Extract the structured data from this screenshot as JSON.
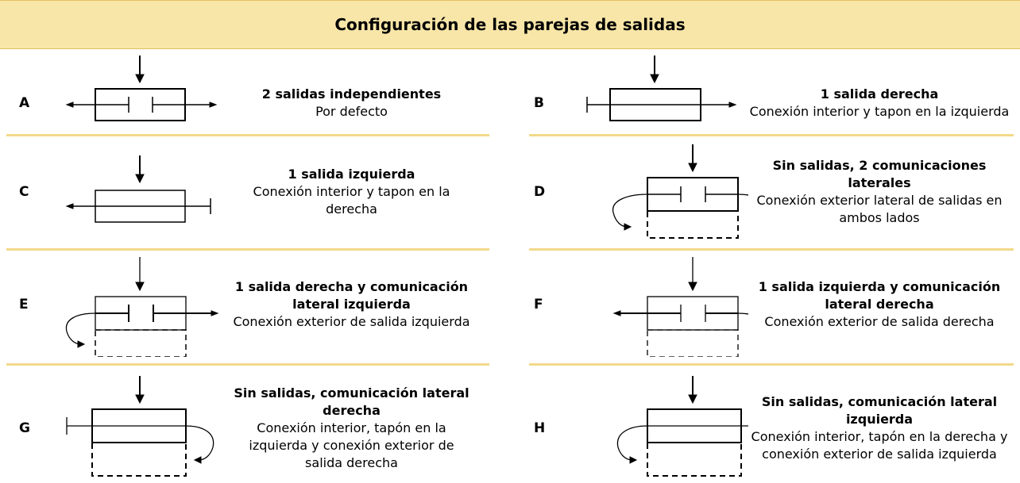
{
  "header": {
    "title": "Configuración de las parejas de salidas"
  },
  "cells": [
    {
      "letter": "A",
      "title": "2 salidas independientes",
      "desc": "Por defecto"
    },
    {
      "letter": "B",
      "title": "1 salida derecha",
      "desc": "Conexión interior y tapon en la izquierda"
    },
    {
      "letter": "C",
      "title": "1 salida izquierda",
      "desc": "Conexión interior y tapon en la derecha"
    },
    {
      "letter": "D",
      "title": "Sin salidas, 2 comunicaciones laterales",
      "desc": "Conexión exterior lateral de salidas en ambos lados"
    },
    {
      "letter": "E",
      "title": "1 salida derecha y comunicación lateral izquierda",
      "desc": "Conexión exterior de salida izquierda"
    },
    {
      "letter": "F",
      "title": "1 salida izquierda y comunicación lateral derecha",
      "desc": "Conexión exterior de salida derecha"
    },
    {
      "letter": "G",
      "title": "Sin salidas,  comunicación lateral derecha",
      "desc": "Conexión interior, tapón en la izquierda y conexión exterior de salida derecha"
    },
    {
      "letter": "H",
      "title": "Sin salidas,  comunicación lateral izquierda",
      "desc": "Conexión interior, tapón en la derecha y conexión exterior de salida izquierda"
    }
  ]
}
